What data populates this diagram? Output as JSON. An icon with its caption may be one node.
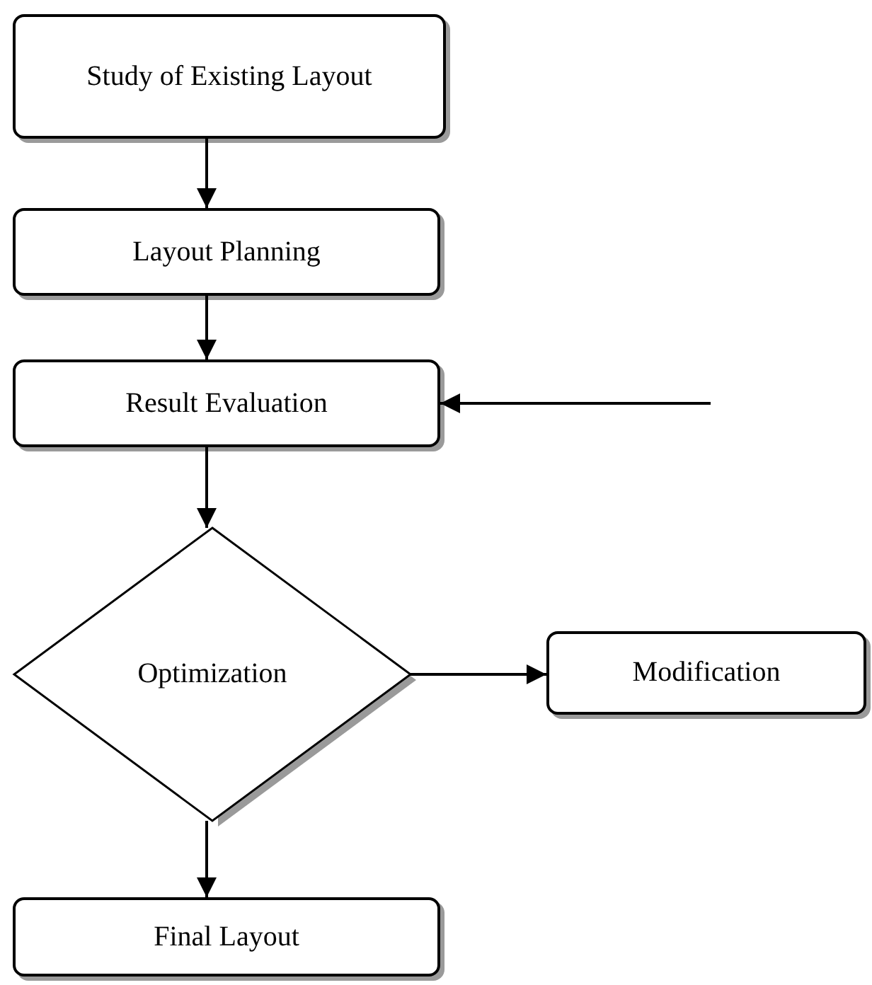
{
  "diagram": {
    "nodes": [
      {
        "text": [
          "Study of Existing Layout"
        ]
      },
      {
        "text": [
          "Layout Planning"
        ]
      },
      {
        "text": [
          "Result Evaluation"
        ]
      },
      {
        "text": [
          "Optimization"
        ]
      },
      {
        "text": [
          "Modification"
        ]
      },
      {
        "text": [
          "Final Layout"
        ]
      }
    ],
    "edges": [
      {
        "from": 0,
        "to": 1,
        "arrow": "to"
      },
      {
        "from": 1,
        "to": 2,
        "arrow": "to"
      },
      {
        "from": null,
        "to": 2,
        "arrow": "to"
      },
      {
        "from": 2,
        "to": 3,
        "arrow": "to"
      },
      {
        "from": 3,
        "to": 4,
        "arrow": "to"
      },
      {
        "from": 3,
        "to": 5,
        "arrow": "to"
      }
    ]
  }
}
